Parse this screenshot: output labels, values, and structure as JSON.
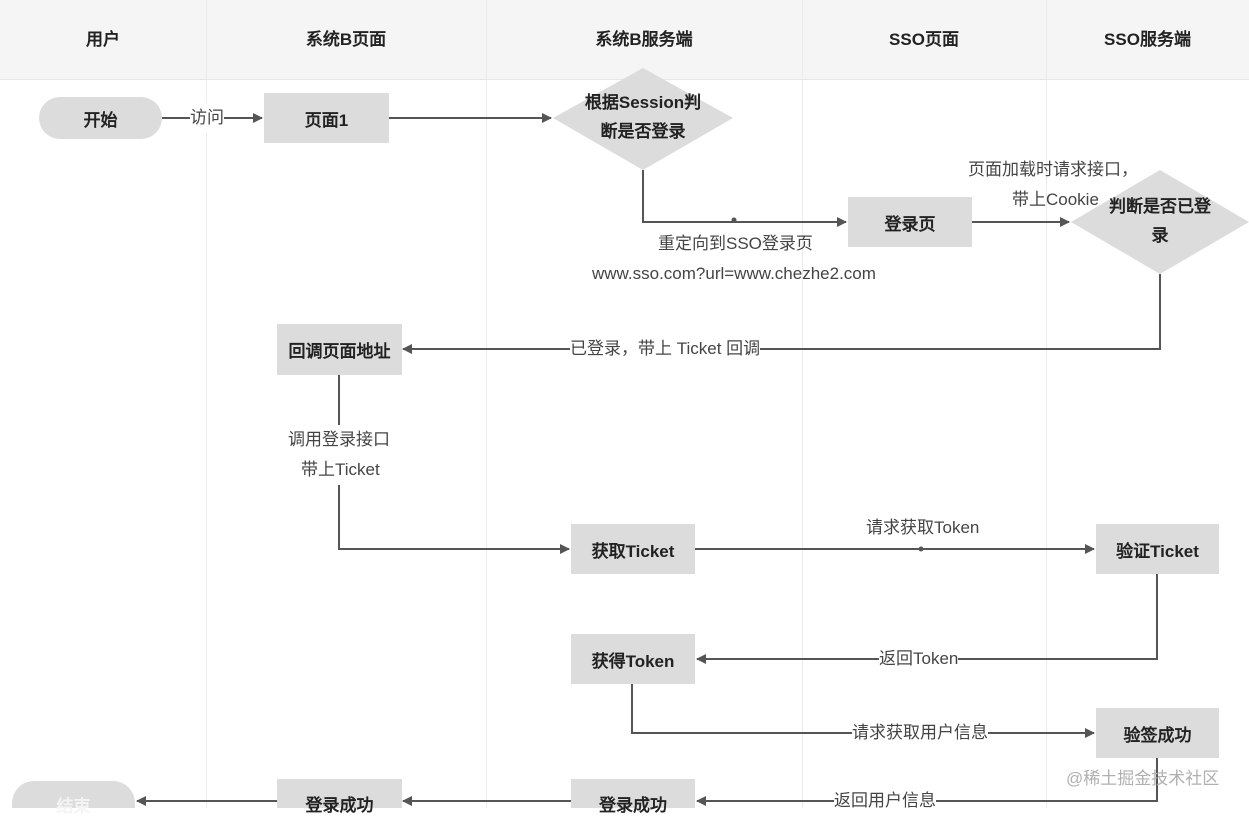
{
  "lanes": [
    "用户",
    "系统B页面",
    "系统B服务端",
    "SSO页面",
    "SSO服务端"
  ],
  "nodes": {
    "start": "开始",
    "page1": "页面1",
    "check_session_line1": "根据Session判",
    "check_session_line2": "断是否登录",
    "login_page": "登录页",
    "check_logged_line1": "判断是否已登",
    "check_logged_line2": "录",
    "callback_url": "回调页面地址",
    "get_ticket": "获取Ticket",
    "verify_ticket": "验证Ticket",
    "got_token": "获得Token",
    "sign_ok": "验签成功",
    "login_success_page": "登录成功",
    "login_success_server": "登录成功",
    "end": "结束"
  },
  "edges": {
    "visit": "访问",
    "redirect_line1": "重定向到SSO登录页",
    "redirect_line2": "www.sso.com?url=www.chezhe2.com",
    "load_line1": "页面加载时请求接口，",
    "load_line2": "带上Cookie",
    "logged_callback": "已登录，带上 Ticket 回调",
    "call_login_line1": "调用登录接口",
    "call_login_line2": "带上Ticket",
    "request_token": "请求获取Token",
    "return_token": "返回Token",
    "request_user_info": "请求获取用户信息",
    "return_user_info": "返回用户信息"
  },
  "watermark": "@稀土掘金技术社区",
  "colors": {
    "header_bg": "#f5f5f5",
    "node_fill": "#dcdcdc",
    "line": "#555555"
  }
}
